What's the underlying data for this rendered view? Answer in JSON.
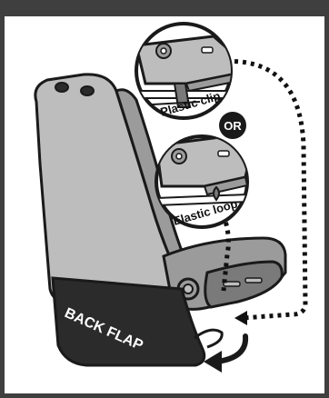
{
  "labels": {
    "plastic_clip": "Plastic clip",
    "or": "OR",
    "elastic_loop": "Elastic loop",
    "back_flap": "BACK FLAP"
  },
  "colors": {
    "frame": "#3f3f3f",
    "seat_light": "#bdbdbd",
    "seat_mid": "#9b9b9b",
    "seat_dark": "#7a7a7a",
    "flap": "#2b2b2b",
    "outline": "#1a1a1a",
    "dotted_path": "#111111"
  }
}
